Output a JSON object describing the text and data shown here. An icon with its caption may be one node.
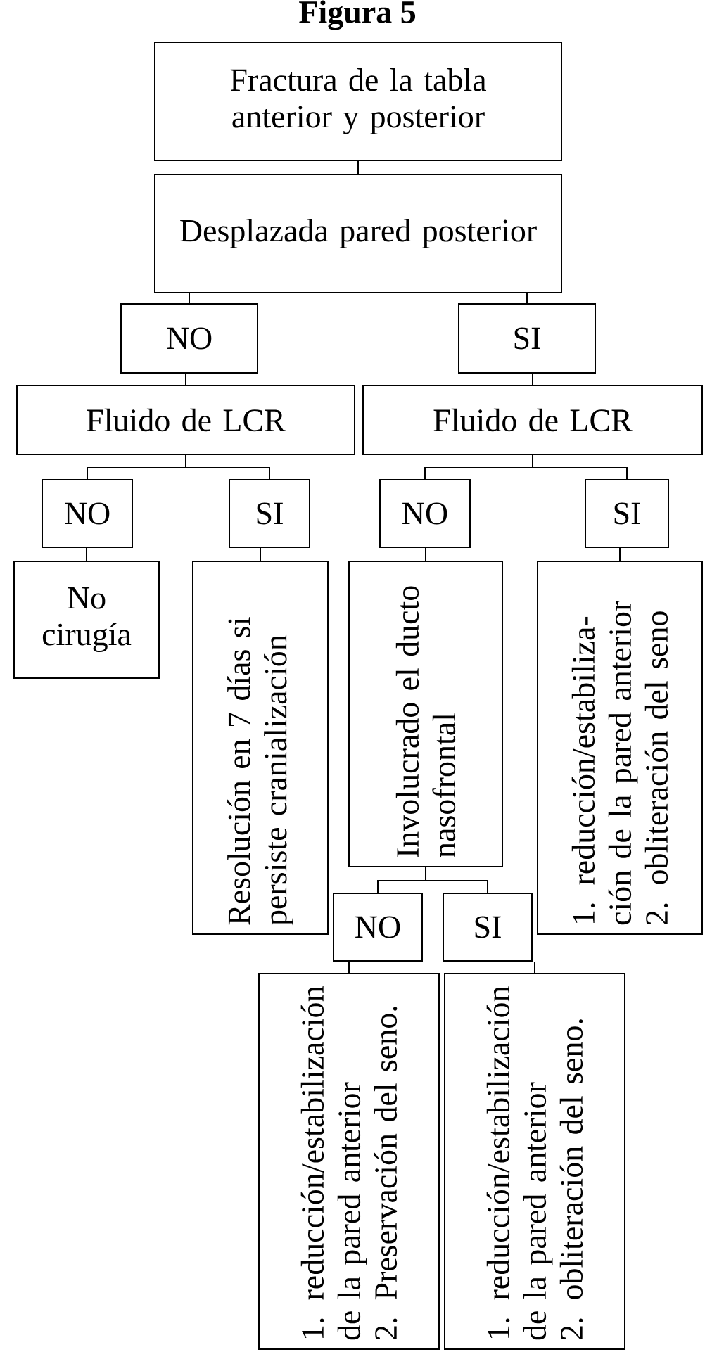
{
  "diagram": {
    "title": "Figura 5",
    "nodes": [
      {
        "text": [
          "Fractura de la tabla anterior y posterior"
        ]
      },
      {
        "text": [
          "Desplazada pared posterior"
        ]
      },
      {
        "text": [
          "NO"
        ]
      },
      {
        "text": [
          "SI"
        ]
      },
      {
        "text": [
          "Fluido de LCR"
        ]
      },
      {
        "text": [
          "Fluido de LCR"
        ]
      },
      {
        "text": [
          "NO"
        ]
      },
      {
        "text": [
          "SI"
        ]
      },
      {
        "text": [
          "NO"
        ]
      },
      {
        "text": [
          "SI"
        ]
      },
      {
        "text": [
          "No cirugía"
        ]
      },
      {
        "text": [
          "Resolución en 7 días si persiste cranialización"
        ]
      },
      {
        "text": [
          "Involucrado el ducto nasofrontal"
        ]
      },
      {
        "text": [
          "1. reducción/estabiliza- ción de la pared anterior",
          "2. obliteración del seno"
        ]
      },
      {
        "text": [
          "NO"
        ]
      },
      {
        "text": [
          "SI"
        ]
      },
      {
        "text": [
          "1. reducción/estabilización de la pared anterior",
          "2. Preservación del seno."
        ]
      },
      {
        "text": [
          "1. reducción/estabilización de la pared anterior",
          "2. obliteración del seno."
        ]
      }
    ],
    "edges": [
      {
        "from": 0,
        "to": 1,
        "arrow": "none"
      },
      {
        "from": 1,
        "to": 2,
        "arrow": "none"
      },
      {
        "from": 1,
        "to": 3,
        "arrow": "none"
      },
      {
        "from": 2,
        "to": 4,
        "arrow": "none"
      },
      {
        "from": 3,
        "to": 5,
        "arrow": "none"
      },
      {
        "from": 4,
        "to": 6,
        "arrow": "none"
      },
      {
        "from": 4,
        "to": 7,
        "arrow": "none"
      },
      {
        "from": 5,
        "to": 8,
        "arrow": "none"
      },
      {
        "from": 5,
        "to": 9,
        "arrow": "none"
      },
      {
        "from": 6,
        "to": 10,
        "arrow": "none"
      },
      {
        "from": 7,
        "to": 11,
        "arrow": "none"
      },
      {
        "from": 8,
        "to": 12,
        "arrow": "none"
      },
      {
        "from": 9,
        "to": 13,
        "arrow": "none"
      },
      {
        "from": 12,
        "to": 14,
        "arrow": "none"
      },
      {
        "from": 12,
        "to": 15,
        "arrow": "none"
      },
      {
        "from": 14,
        "to": 16,
        "arrow": "none"
      },
      {
        "from": 15,
        "to": 17,
        "arrow": "none"
      }
    ]
  }
}
